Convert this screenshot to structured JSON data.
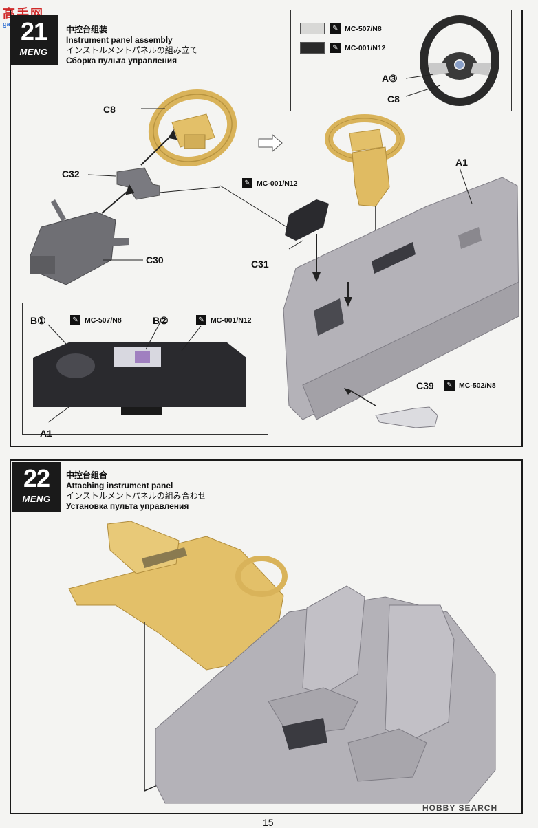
{
  "watermark_top": {
    "chars": "高手网",
    "sub": "gao-shou.net"
  },
  "step21": {
    "number": "21",
    "brand": "MENG",
    "title_zh": "中控台组装",
    "title_en": "Instrument panel assembly",
    "title_ja": "インストルメントパネルの組み立て",
    "title_ru": "Сборка пульта управления"
  },
  "legend": [
    {
      "code": "MC-507/N8",
      "color": "#d8d8d6"
    },
    {
      "code": "MC-001/N12",
      "color": "#2a2a2a"
    }
  ],
  "wheel_callout": {
    "a3": "A③",
    "c8": "C8"
  },
  "parts21": {
    "c8": "C8",
    "c32": "C32",
    "c30": "C30",
    "c31": "C31",
    "a1": "A1",
    "paint_c31": "MC-001/N12",
    "c39": "C39",
    "paint_c39": "MC-502/N8"
  },
  "detail": {
    "b1": "B①",
    "paint_b1": "MC-507/N8",
    "b2": "B②",
    "paint_b2": "MC-001/N12",
    "a1": "A1"
  },
  "step22": {
    "number": "22",
    "brand": "MENG",
    "title_zh": "中控台组合",
    "title_en": "Attaching instrument panel",
    "title_ja": "インストルメントパネルの組み合わせ",
    "title_ru": "Установка пульта управления"
  },
  "footer": {
    "logo": "HOBBY SEARCH",
    "page": "15"
  },
  "colors": {
    "tan": "#e3c069",
    "tan_dark": "#b89440",
    "grey": "#b4b2b8",
    "grey_dark": "#7f7d85",
    "part_dark": "#6f6f74",
    "ink": "#1a1a1a"
  }
}
